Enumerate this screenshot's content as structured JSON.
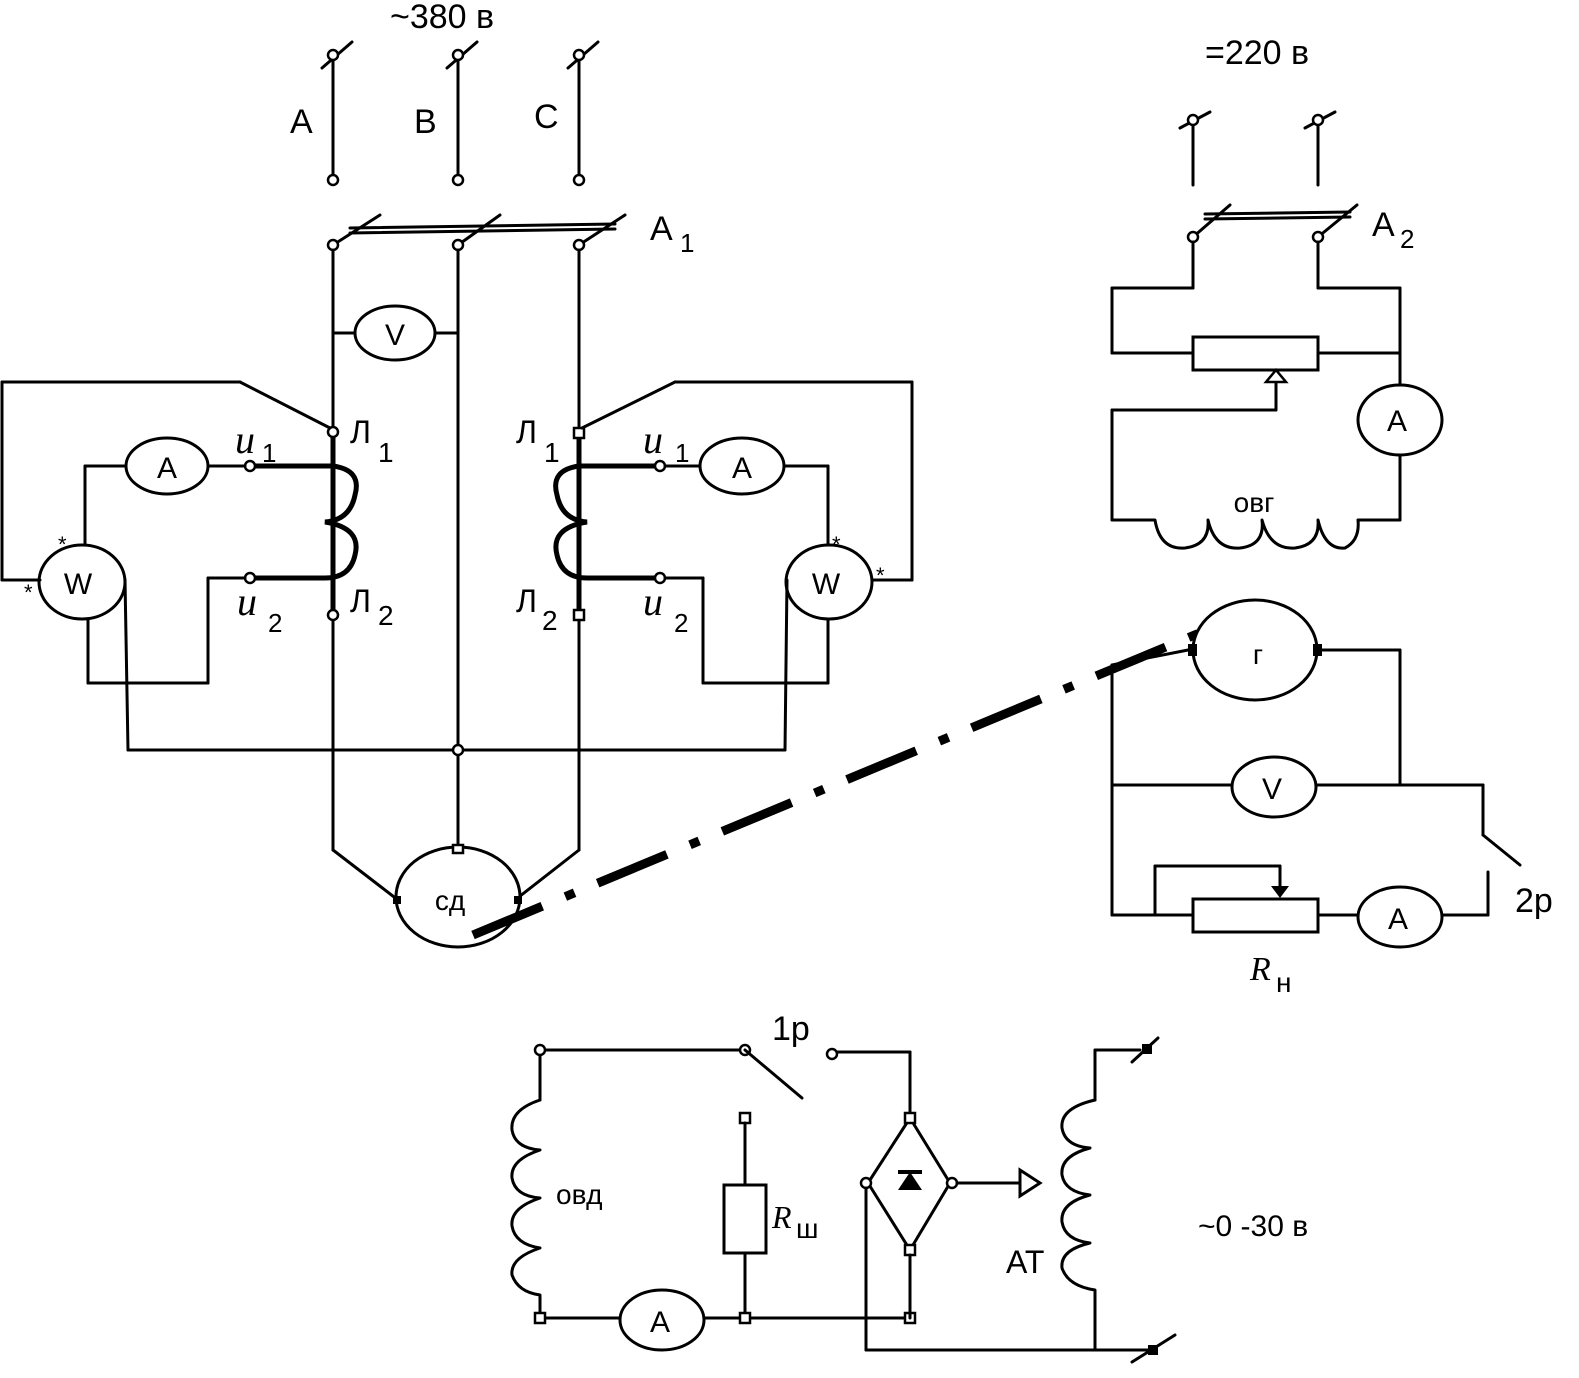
{
  "labels": {
    "supply_ac": "~380 в",
    "phase_a": "A",
    "phase_b": "B",
    "phase_c": "C",
    "switch_a1": "A",
    "switch_a1_sub": "1",
    "supply_dc": "=220 в",
    "switch_a2": "A",
    "switch_a2_sub": "2",
    "voltmeter": "V",
    "ammeter": "A",
    "wattmeter": "W",
    "star": "*",
    "l1": "Л",
    "l1_sub": "1",
    "l2": "Л",
    "l2_sub": "2",
    "u1": "u",
    "u1_sub": "1",
    "u2": "u",
    "u2_sub": "2",
    "motor": "сд",
    "generator": "г",
    "ovg": "овг",
    "switch_2p": "2р",
    "rn": "R",
    "rn_sub": "н",
    "switch_1p": "1р",
    "ovd": "овд",
    "rsh": "R",
    "rsh_sub": "ш",
    "at": "АТ",
    "supply_low": "~0 -30 в"
  }
}
